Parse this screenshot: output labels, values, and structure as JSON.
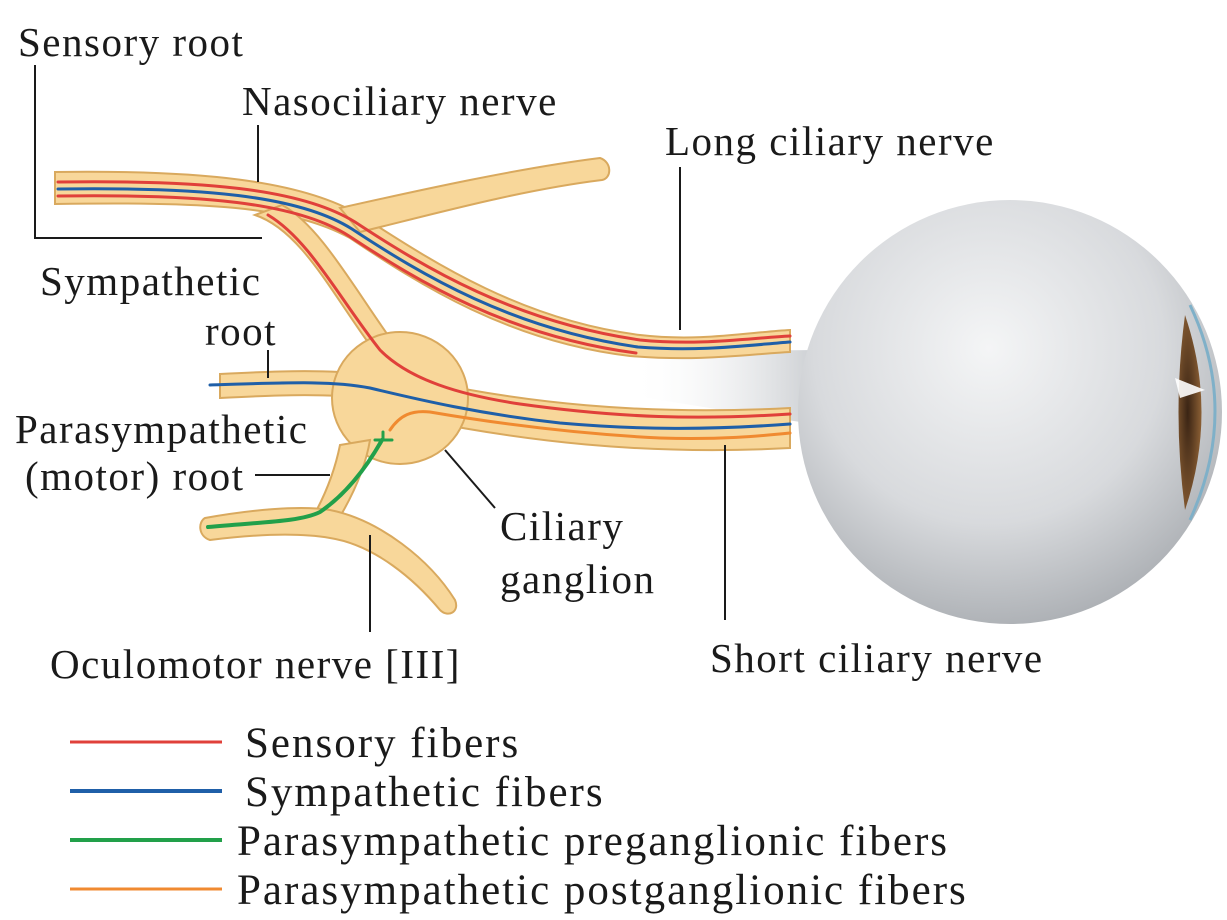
{
  "labels": {
    "sensory_root": "Sensory root",
    "nasociliary_nerve": "Nasociliary nerve",
    "long_ciliary_nerve": "Long ciliary nerve",
    "sympathetic_root_line1": "Sympathetic",
    "sympathetic_root_line2": "root",
    "parasympathetic_root_line1": "Parasympathetic",
    "parasympathetic_root_line2": "(motor) root",
    "ciliary_ganglion_line1": "Ciliary",
    "ciliary_ganglion_line2": "ganglion",
    "oculomotor_nerve": "Oculomotor nerve [III]",
    "short_ciliary_nerve": "Short ciliary nerve"
  },
  "legend": [
    {
      "label": "Sensory fibers",
      "color": "#e0403a"
    },
    {
      "label": "Sympathetic fibers",
      "color": "#1f5fa8"
    },
    {
      "label": "Parasympathetic preganglionic fibers",
      "color": "#22a04a"
    },
    {
      "label": "Parasympathetic postganglionic fibers",
      "color": "#f08a30"
    }
  ],
  "colors": {
    "nerve_fill": "#f8d79a",
    "nerve_outline": "#d9a95e",
    "eyeball": "#dcdfe2",
    "leader_line": "#1a1a1a"
  }
}
